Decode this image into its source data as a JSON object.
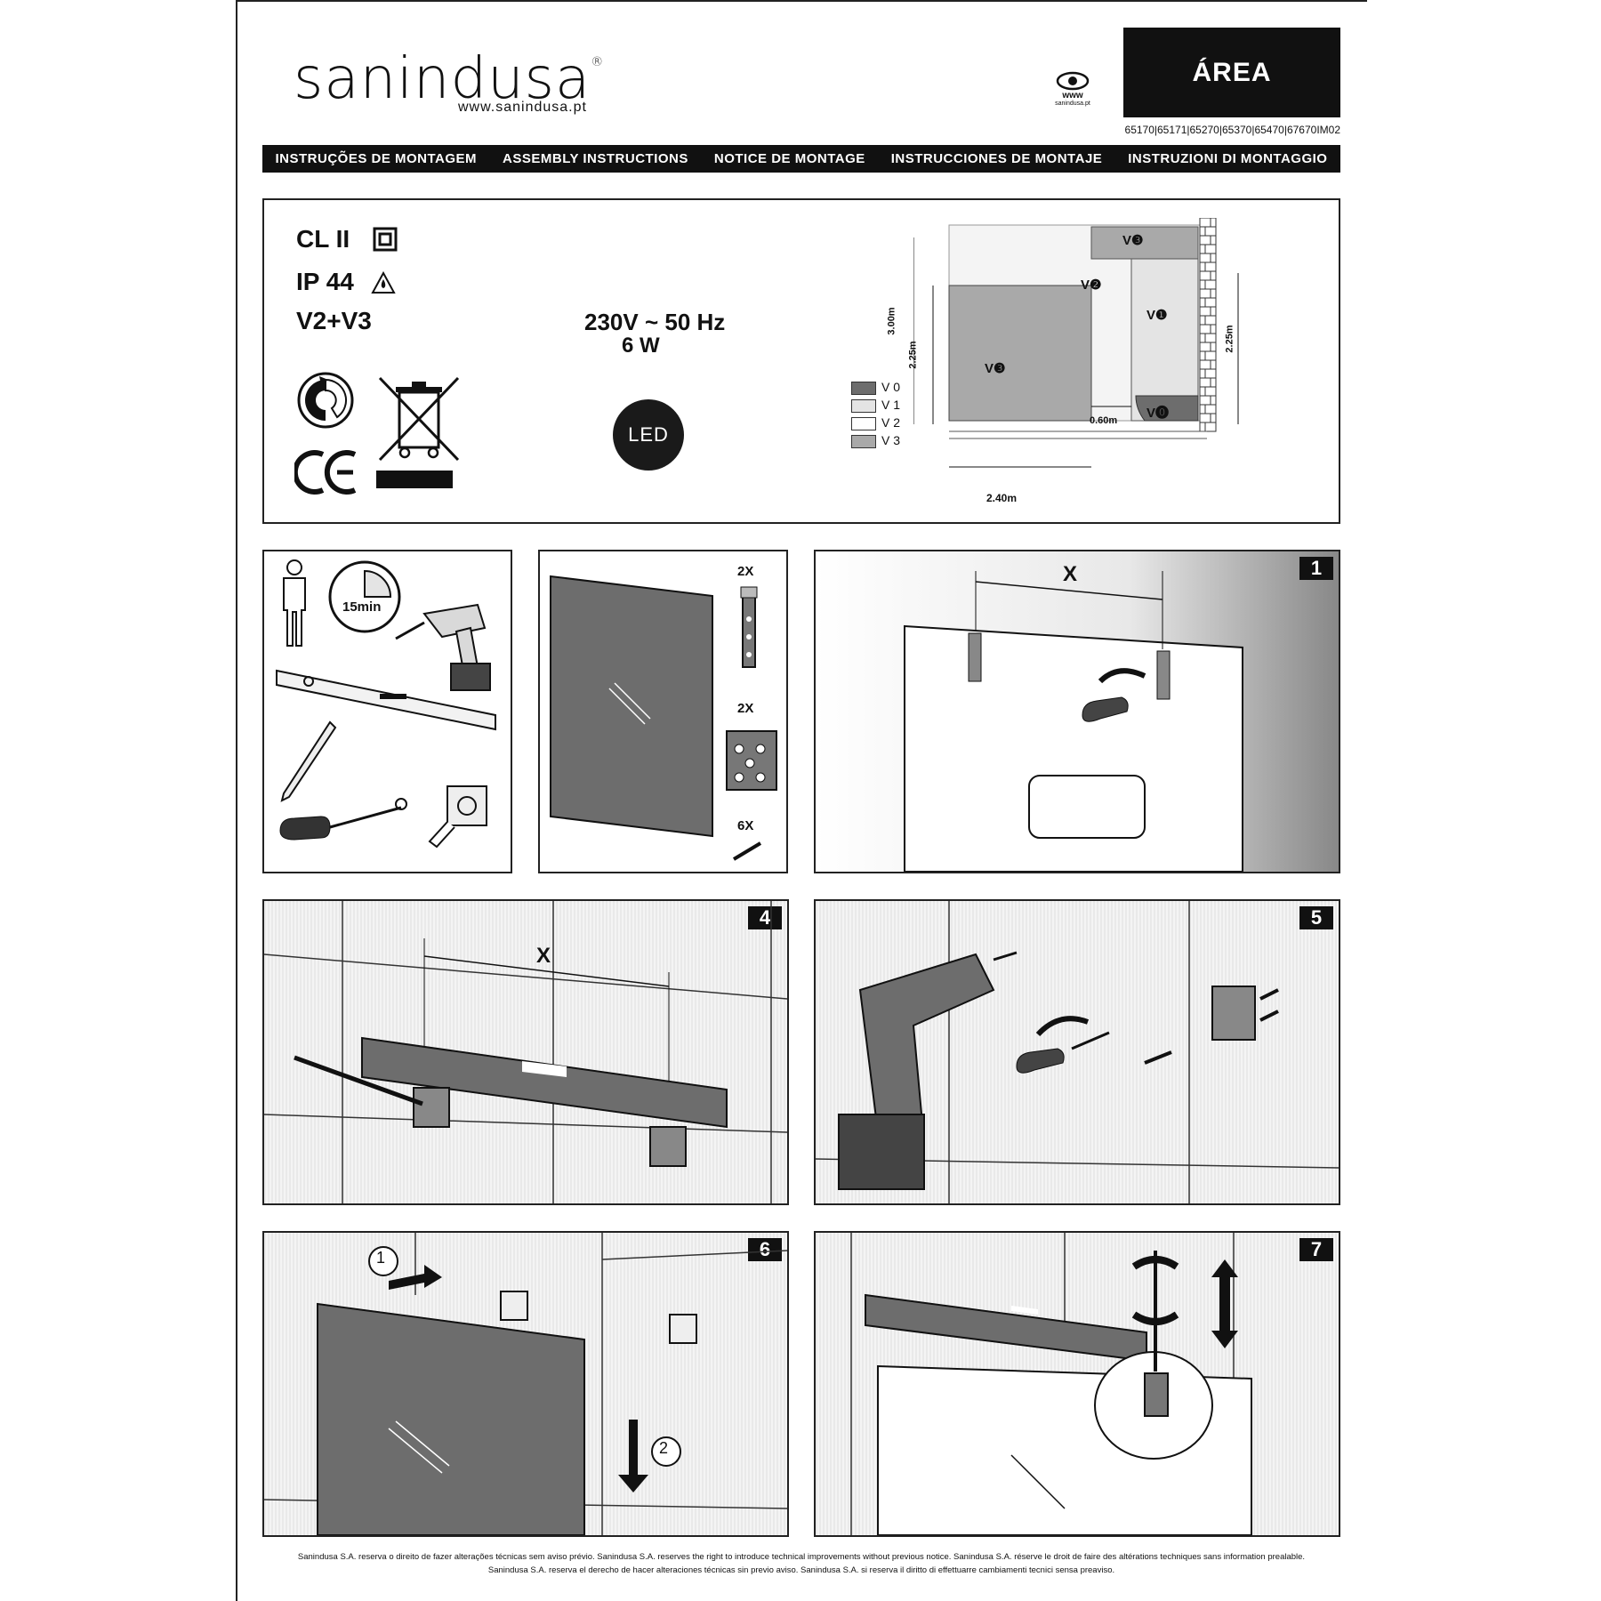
{
  "header": {
    "brand": "sanindusa",
    "brand_mark": "®",
    "url": "www.sanindusa.pt",
    "www_label": "www",
    "www_sub": "sanindusa.pt",
    "product": "ÁREA",
    "codes": "65170|65171|65270|65370|65470|67670IM02"
  },
  "language_bar": [
    "INSTRUÇÕES DE MONTAGEM",
    "ASSEMBLY INSTRUCTIONS",
    "NOTICE DE MONTAGE",
    "INSTRUCCIONES DE MONTAJE",
    "INSTRUZIONI DI MONTAGGIO"
  ],
  "specs": {
    "class": "CL II",
    "ip": "IP 44",
    "zones": "V2+V3",
    "voltage": "230V ~ 50 Hz",
    "power": "6 W",
    "led": "LED"
  },
  "zone_diagram": {
    "legend": [
      "V 0",
      "V 1",
      "V 2",
      "V 3"
    ],
    "legend_colors": [
      "#6d6d6d",
      "#e4e4e4",
      "#ffffff",
      "#a9a9a9"
    ],
    "labels": {
      "v3_top": "V❸",
      "v2": "V❷",
      "v1": "V❶",
      "v3_main": "V❸",
      "v0": "V⓿"
    },
    "dims": {
      "height_total": "3.00m",
      "height_left": "2.25m",
      "height_right": "2.25m",
      "gap": "0.60m",
      "width": "2.40m"
    }
  },
  "tools": {
    "time": "15min"
  },
  "parts": {
    "qty_brackets_top": "2X",
    "qty_brackets_wall": "2X",
    "qty_screws": "6X"
  },
  "steps": {
    "s1": "1",
    "s4": "4",
    "s5": "5",
    "s6": "6",
    "s7": "7",
    "distance_label": "X",
    "circle_1": "1",
    "circle_2": "2"
  },
  "footer": {
    "line1": "Sanindusa S.A. reserva o direito de fazer alterações técnicas sem aviso prévio.     Sanindusa S.A. reserves the right to introduce technical improvements without previous notice.     Sanindusa S.A. réserve le droit de faire des altérations techniques sans information prealable.",
    "line2": "Sanindusa S.A. reserva el derecho de hacer alteraciones técnicas sin previo aviso.     Sanindusa S.A. si reserva il diritto di effettuarre cambiamenti tecnici sensa preaviso."
  }
}
